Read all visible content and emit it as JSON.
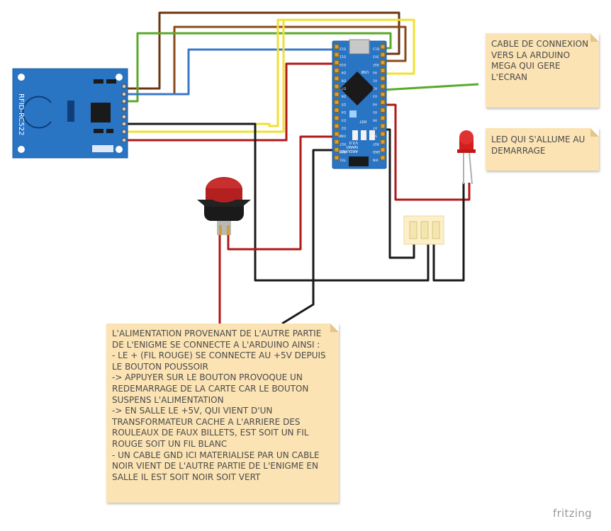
{
  "notes": {
    "cable": "CABLE DE CONNEXION\nVERS LA ARDUINO\nMEGA QUI GERE\nL'ECRAN",
    "led": "LED QUI S'ALLUME AU\nDEMARRAGE",
    "power": "L'ALIMENTATION PROVENANT DE L'AUTRE PARTIE\nDE L'ENIGME SE CONNECTE A L'ARDUINO AINSI :\n- LE + (FIL ROUGE) SE CONNECTE AU +5V DEPUIS\nLE BOUTON POUSSOIR\n-> APPUYER SUR LE BOUTON PROVOQUE UN\nREDEMARRAGE DE LA CARTE CAR LE BOUTON\nSUSPENS L'ALIMENTATION\n-> EN SALLE LE +5V, QUI VIENT D'UN\nTRANSFORMATEUR CACHE A L'ARRIERE DES\nROULEAUX DE FAUX BILLETS, EST SOIT UN FIL\nROUGE SOIT UN FIL BLANC\n- UN CABLE GND ICI MATERIALISE PAR UN CABLE\nNOIR VIENT DE L'AUTRE PARTIE DE L'ENIGME EN\nSALLE IL EST SOIT NOIR SOIT VERT"
  },
  "components": {
    "rfid_label": "RFID-RC522",
    "arduino_model": "ARDUINO",
    "arduino_sub": "NANO",
    "arduino_version": "V3.0",
    "arduino_chip": "RST",
    "usb_label": "USB",
    "pin_labels_left": [
      "D12",
      "D11",
      "D10",
      "D9",
      "D8",
      "D7",
      "D6",
      "D5",
      "D4",
      "D3",
      "D2",
      "GND",
      "RST",
      "RX0",
      "TX1"
    ],
    "pin_labels_right": [
      "D13",
      "3V3",
      "REF",
      "A0",
      "A1",
      "A2",
      "A3",
      "A4",
      "A5",
      "A6",
      "A7",
      "5V",
      "RST",
      "GND",
      "VIN"
    ]
  },
  "brand": "fritzing",
  "colors": {
    "wire_red": "#b01818",
    "wire_black": "#1a1a1a",
    "wire_brown": "#7a3b10",
    "wire_green": "#5aaa2a",
    "wire_blue": "#3a78c8",
    "wire_yellow": "#f0e030",
    "board_blue": "#2a74c4",
    "note_bg": "#fbe3b4"
  }
}
